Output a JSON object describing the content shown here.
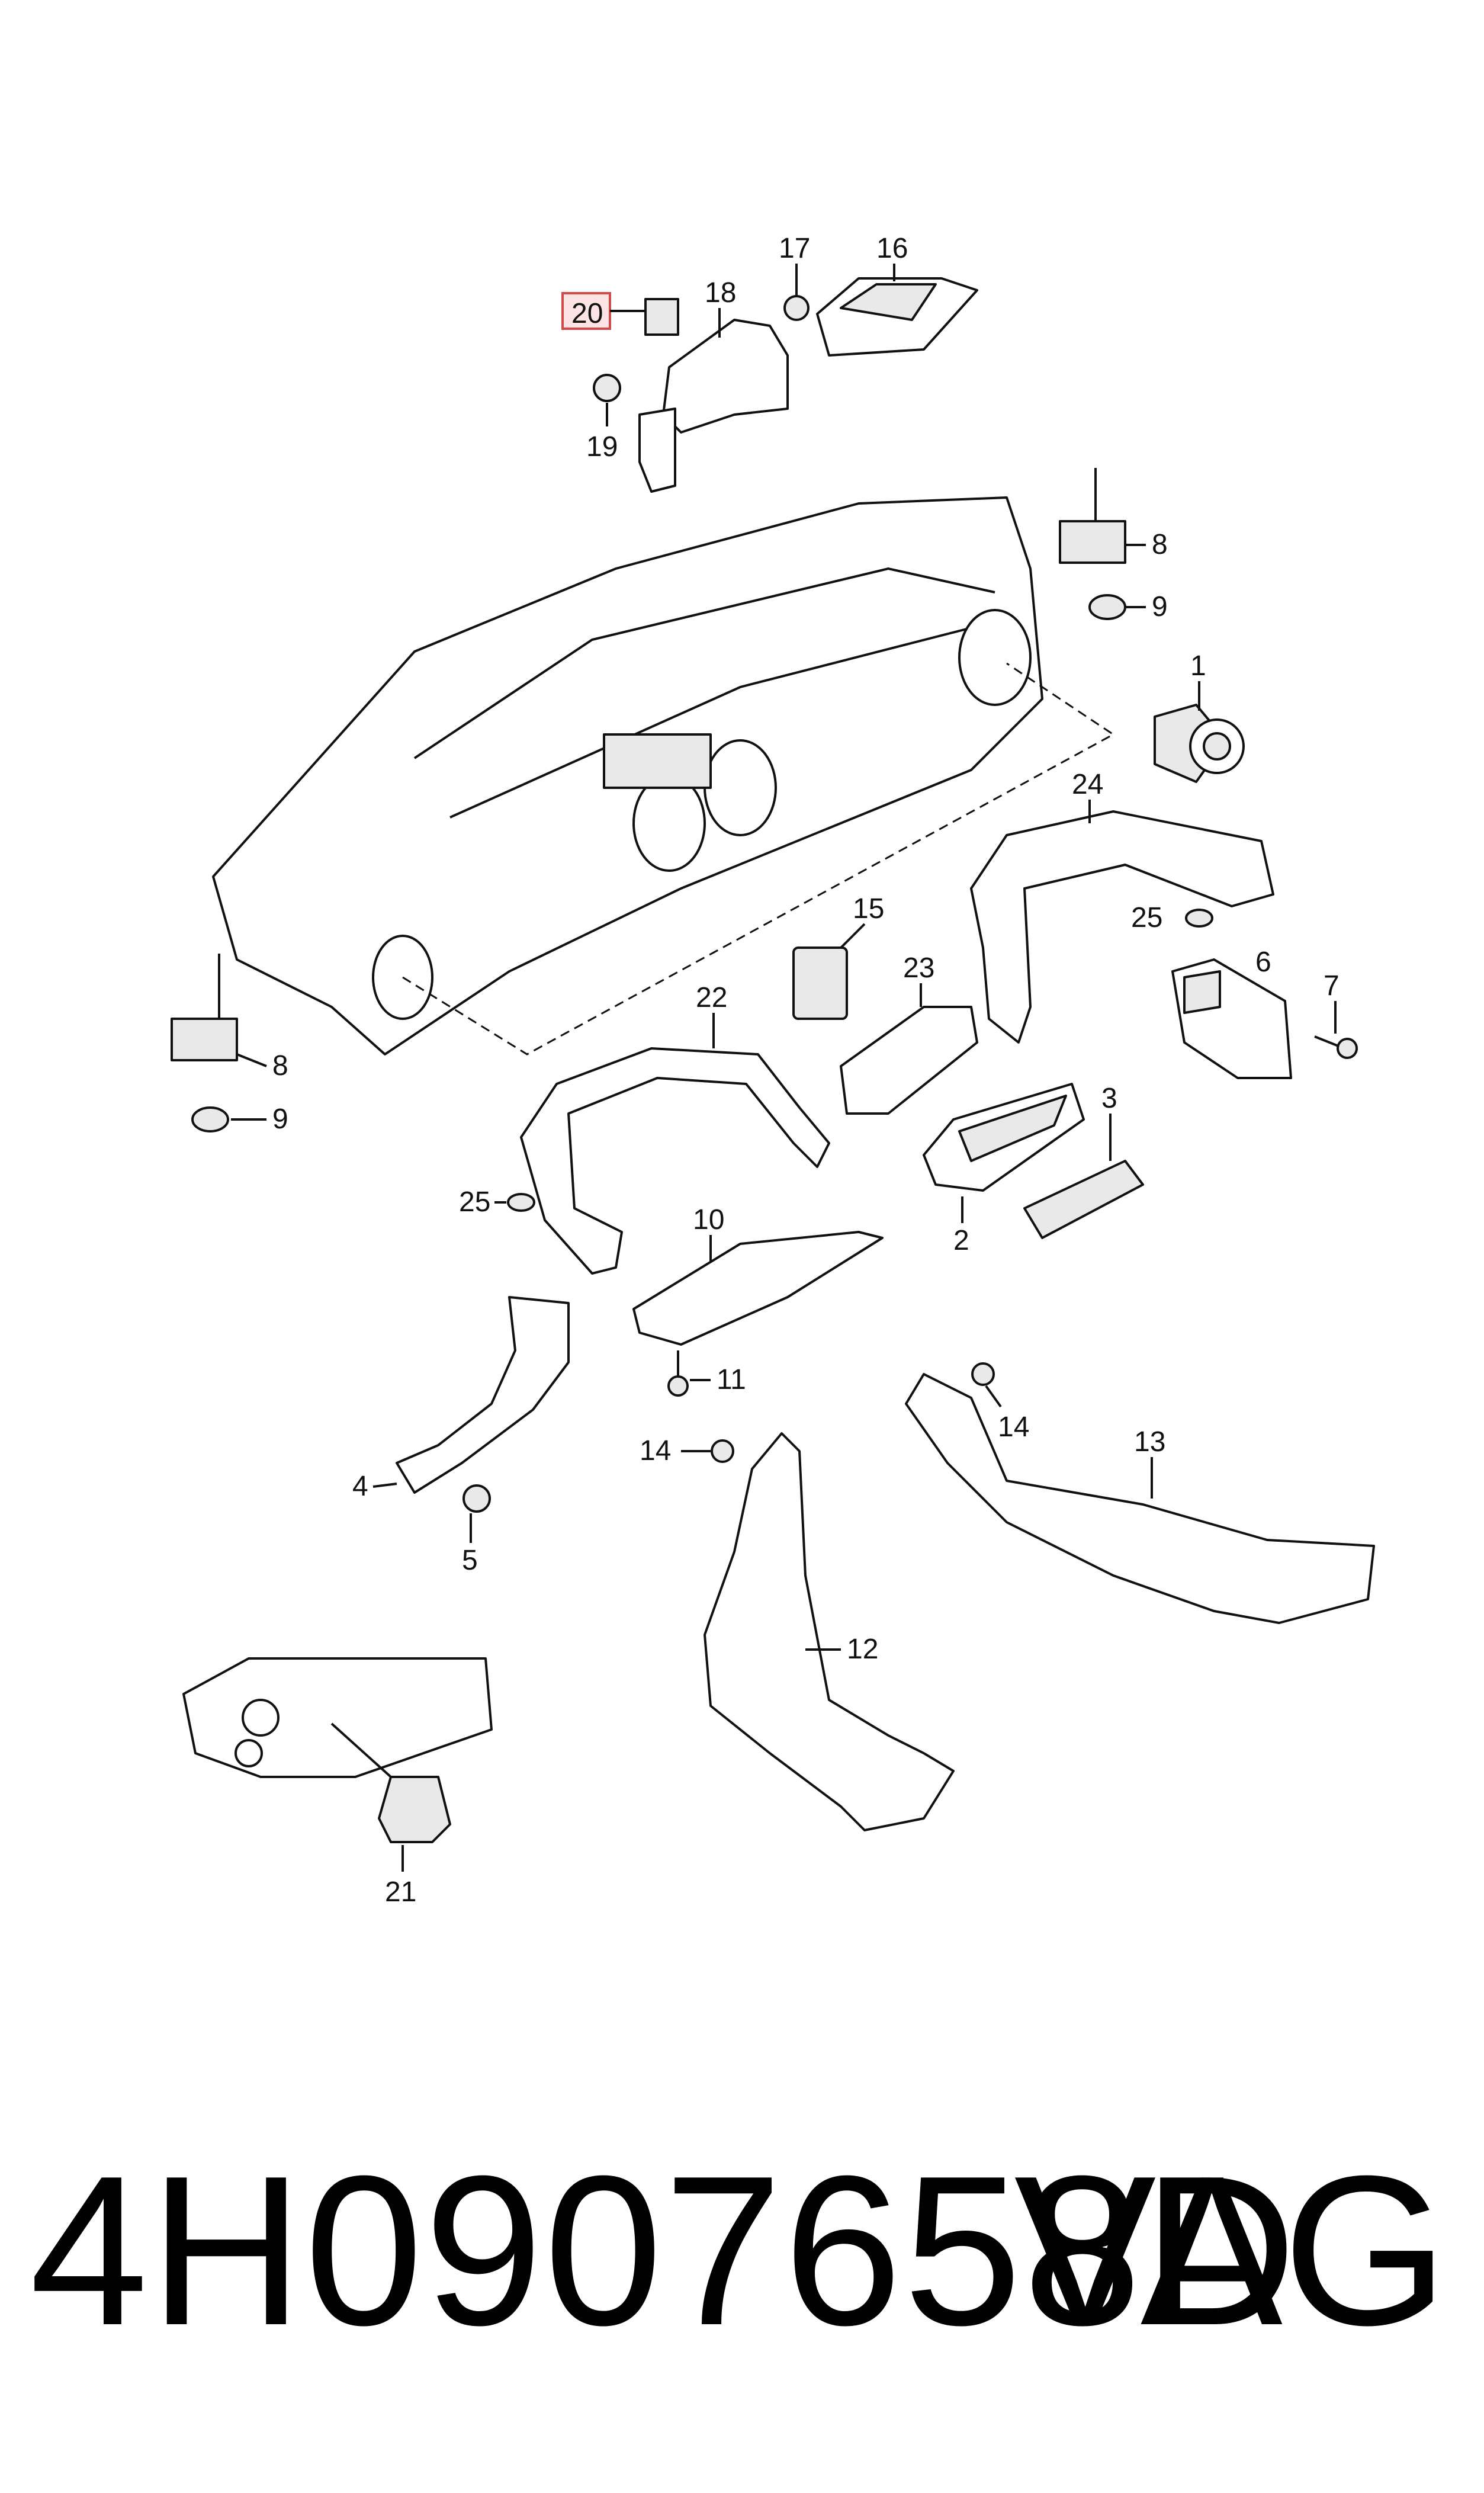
{
  "callouts": {
    "c1": "1",
    "c2": "2",
    "c3": "3",
    "c4": "4",
    "c5": "5",
    "c6": "6",
    "c7": "7",
    "c8a": "8",
    "c8b": "8",
    "c9a": "9",
    "c9b": "9",
    "c10": "10",
    "c11": "11",
    "c12": "12",
    "c13": "13",
    "c14a": "14",
    "c14b": "14",
    "c15": "15",
    "c16": "16",
    "c17": "17",
    "c18": "18",
    "c19": "19",
    "c20": "20",
    "c21": "21",
    "c22": "22",
    "c23": "23",
    "c24": "24",
    "c25a": "25",
    "c25b": "25"
  },
  "highlight_color": "#d04a4a",
  "footer": {
    "part_number": "4H0907658D",
    "brand": "VAG"
  }
}
